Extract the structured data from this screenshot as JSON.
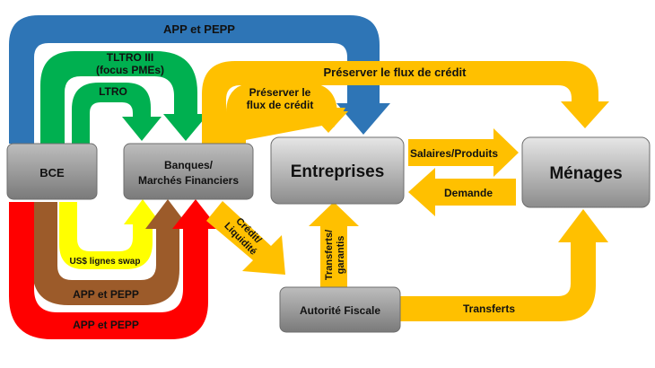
{
  "colors": {
    "blue": "#2E75B6",
    "green": "#00B050",
    "gold": "#FFC000",
    "yellow": "#FFFF00",
    "brown": "#9C5B2A",
    "red": "#FF0000",
    "box_light": "#D9D9D9",
    "box_dark": "#7F7F7F"
  },
  "nodes": {
    "bce": "BCE",
    "banques_line1": "Banques/",
    "banques_line2": "Marchés Financiers",
    "entreprises": "Entreprises",
    "menages": "Ménages",
    "autorite": "Autorité Fiscale"
  },
  "flows": {
    "app_pepp_top": "APP et PEPP",
    "tltro_line1": "TLTRO III",
    "tltro_line2": "(focus PMEs)",
    "ltro": "LTRO",
    "preserver_long": "Préserver le flux de crédit",
    "preserver_short_line1": "Préserver le",
    "preserver_short_line2": "flux de crédit",
    "salaires": "Salaires/Produits",
    "demande": "Demande",
    "credit_line1": "Crédit/",
    "credit_line2": "Liquidité",
    "transferts_garantis_line1": "Transferts/",
    "transferts_garantis_line2": "garantis",
    "transferts": "Transferts",
    "swap": "US$ lignes swap",
    "app_pepp_brown": "APP et PEPP",
    "app_pepp_red": "APP et PEPP"
  }
}
